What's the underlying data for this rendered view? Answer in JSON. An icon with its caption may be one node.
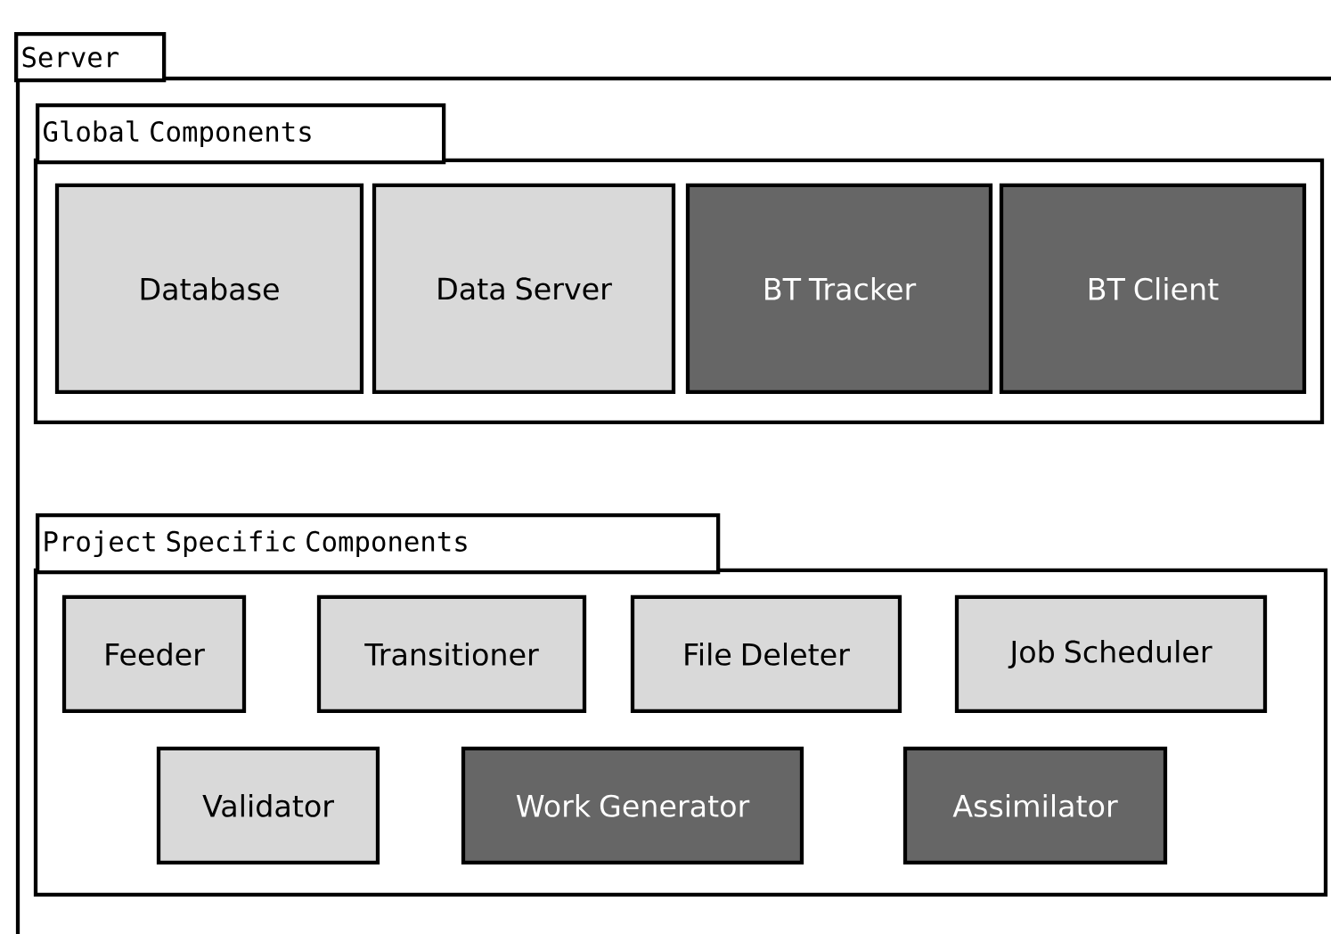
{
  "diagram": {
    "nodes": [
      {
        "text": [
          "Server"
        ]
      },
      {
        "text": [
          "Global Components"
        ],
        "in": 0
      },
      {
        "text": [
          "Database"
        ],
        "in": 1
      },
      {
        "text": [
          "Data Server"
        ],
        "in": 1
      },
      {
        "text": [
          "BT Tracker"
        ],
        "in": 1
      },
      {
        "text": [
          "BT Client"
        ],
        "in": 1
      },
      {
        "text": [
          "Project Specific Components"
        ],
        "in": 0
      },
      {
        "text": [
          "Feeder"
        ],
        "in": 6
      },
      {
        "text": [
          "Transitioner"
        ],
        "in": 6
      },
      {
        "text": [
          "File Deleter"
        ],
        "in": 6
      },
      {
        "text": [
          "Job Scheduler"
        ],
        "in": 6
      },
      {
        "text": [
          "Validator"
        ],
        "in": 6
      },
      {
        "text": [
          "Work Generator"
        ],
        "in": 6
      },
      {
        "text": [
          "Assimilator"
        ],
        "in": 6
      }
    ]
  }
}
